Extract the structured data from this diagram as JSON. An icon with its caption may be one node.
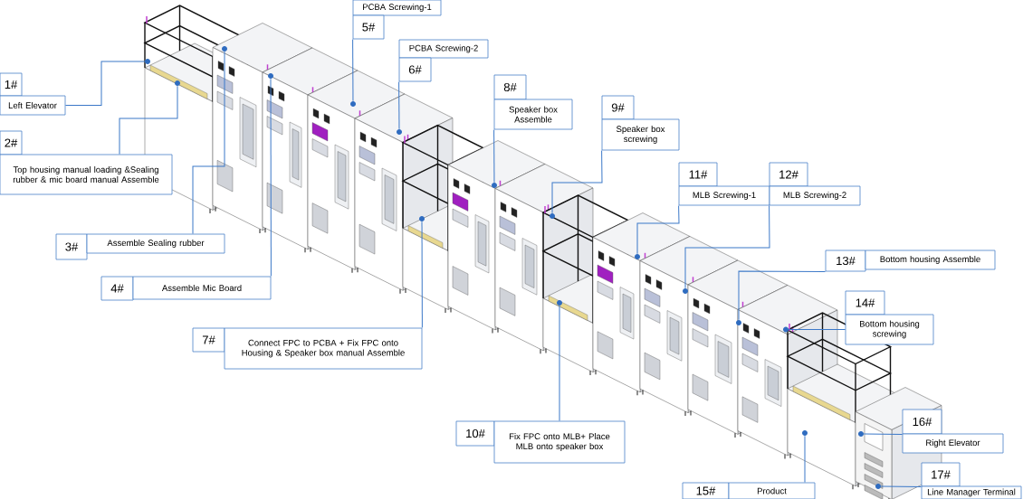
{
  "diagram": {
    "nodes": [
      {
        "text": [
          "1#",
          "Left Elevator"
        ]
      },
      {
        "text": [
          "2#",
          "Top housing manual loading &Sealing rubber & mic board manual Assemble"
        ]
      },
      {
        "text": [
          "3#",
          "Assemble Sealing rubber"
        ]
      },
      {
        "text": [
          "4#",
          "Assemble Mic Board"
        ]
      },
      {
        "text": [
          "PCBA Screwing-1",
          "5#"
        ]
      },
      {
        "text": [
          "PCBA Screwing-2",
          "6#"
        ]
      },
      {
        "text": [
          "7#",
          "Connect FPC to PCBA + Fix FPC onto Housing & Speaker box  manual Assemble"
        ]
      },
      {
        "text": [
          "8#",
          "Speaker box Assemble"
        ]
      },
      {
        "text": [
          "9#",
          "Speaker box screwing"
        ]
      },
      {
        "text": [
          "10#",
          "Fix FPC onto MLB+ Place MLB onto speaker box"
        ]
      },
      {
        "text": [
          "11#",
          "MLB Screwing-1"
        ]
      },
      {
        "text": [
          "12#",
          "MLB Screwing-2"
        ]
      },
      {
        "text": [
          "13#",
          "Bottom housing Assemble"
        ]
      },
      {
        "text": [
          "14#",
          "Bottom housing screwing"
        ]
      },
      {
        "text": [
          "15#",
          "Product"
        ]
      },
      {
        "text": [
          "16#",
          "Right Elevator"
        ]
      },
      {
        "text": [
          "17#",
          "Line Manager Terminal"
        ]
      },
      {
        "text": [],
        "shape": "circle"
      },
      {
        "text": [],
        "shape": "circle"
      },
      {
        "text": [],
        "shape": "circle"
      },
      {
        "text": [],
        "shape": "circle"
      },
      {
        "text": [],
        "shape": "circle"
      },
      {
        "text": [],
        "shape": "circle"
      },
      {
        "text": [],
        "shape": "circle"
      },
      {
        "text": [],
        "shape": "circle"
      },
      {
        "text": [],
        "shape": "circle"
      },
      {
        "text": [],
        "shape": "circle"
      },
      {
        "text": [],
        "shape": "circle"
      },
      {
        "text": [],
        "shape": "circle"
      },
      {
        "text": [],
        "shape": "circle"
      },
      {
        "text": [],
        "shape": "circle"
      },
      {
        "text": [],
        "shape": "circle"
      },
      {
        "text": [],
        "shape": "circle"
      },
      {
        "text": [],
        "shape": "circle"
      }
    ],
    "edges": [
      {
        "from": 0,
        "to": 17,
        "arrow": "none"
      },
      {
        "from": 1,
        "to": 18,
        "arrow": "none"
      },
      {
        "from": 2,
        "to": 19,
        "arrow": "none"
      },
      {
        "from": 3,
        "to": 20,
        "arrow": "none"
      },
      {
        "from": 4,
        "to": 21,
        "arrow": "none"
      },
      {
        "from": 5,
        "to": 22,
        "arrow": "none"
      },
      {
        "from": 6,
        "to": 23,
        "arrow": "none"
      },
      {
        "from": 7,
        "to": 24,
        "arrow": "none"
      },
      {
        "from": 8,
        "to": 25,
        "arrow": "none"
      },
      {
        "from": 9,
        "to": 26,
        "arrow": "none"
      },
      {
        "from": 10,
        "to": 27,
        "arrow": "none"
      },
      {
        "from": 11,
        "to": 28,
        "arrow": "none"
      },
      {
        "from": 12,
        "to": 29,
        "arrow": "none"
      },
      {
        "from": 13,
        "to": 30,
        "arrow": "none"
      },
      {
        "from": 14,
        "to": 31,
        "arrow": "none"
      },
      {
        "from": 15,
        "to": 32,
        "arrow": "none"
      },
      {
        "from": 16,
        "to": 33,
        "arrow": "none"
      }
    ]
  }
}
